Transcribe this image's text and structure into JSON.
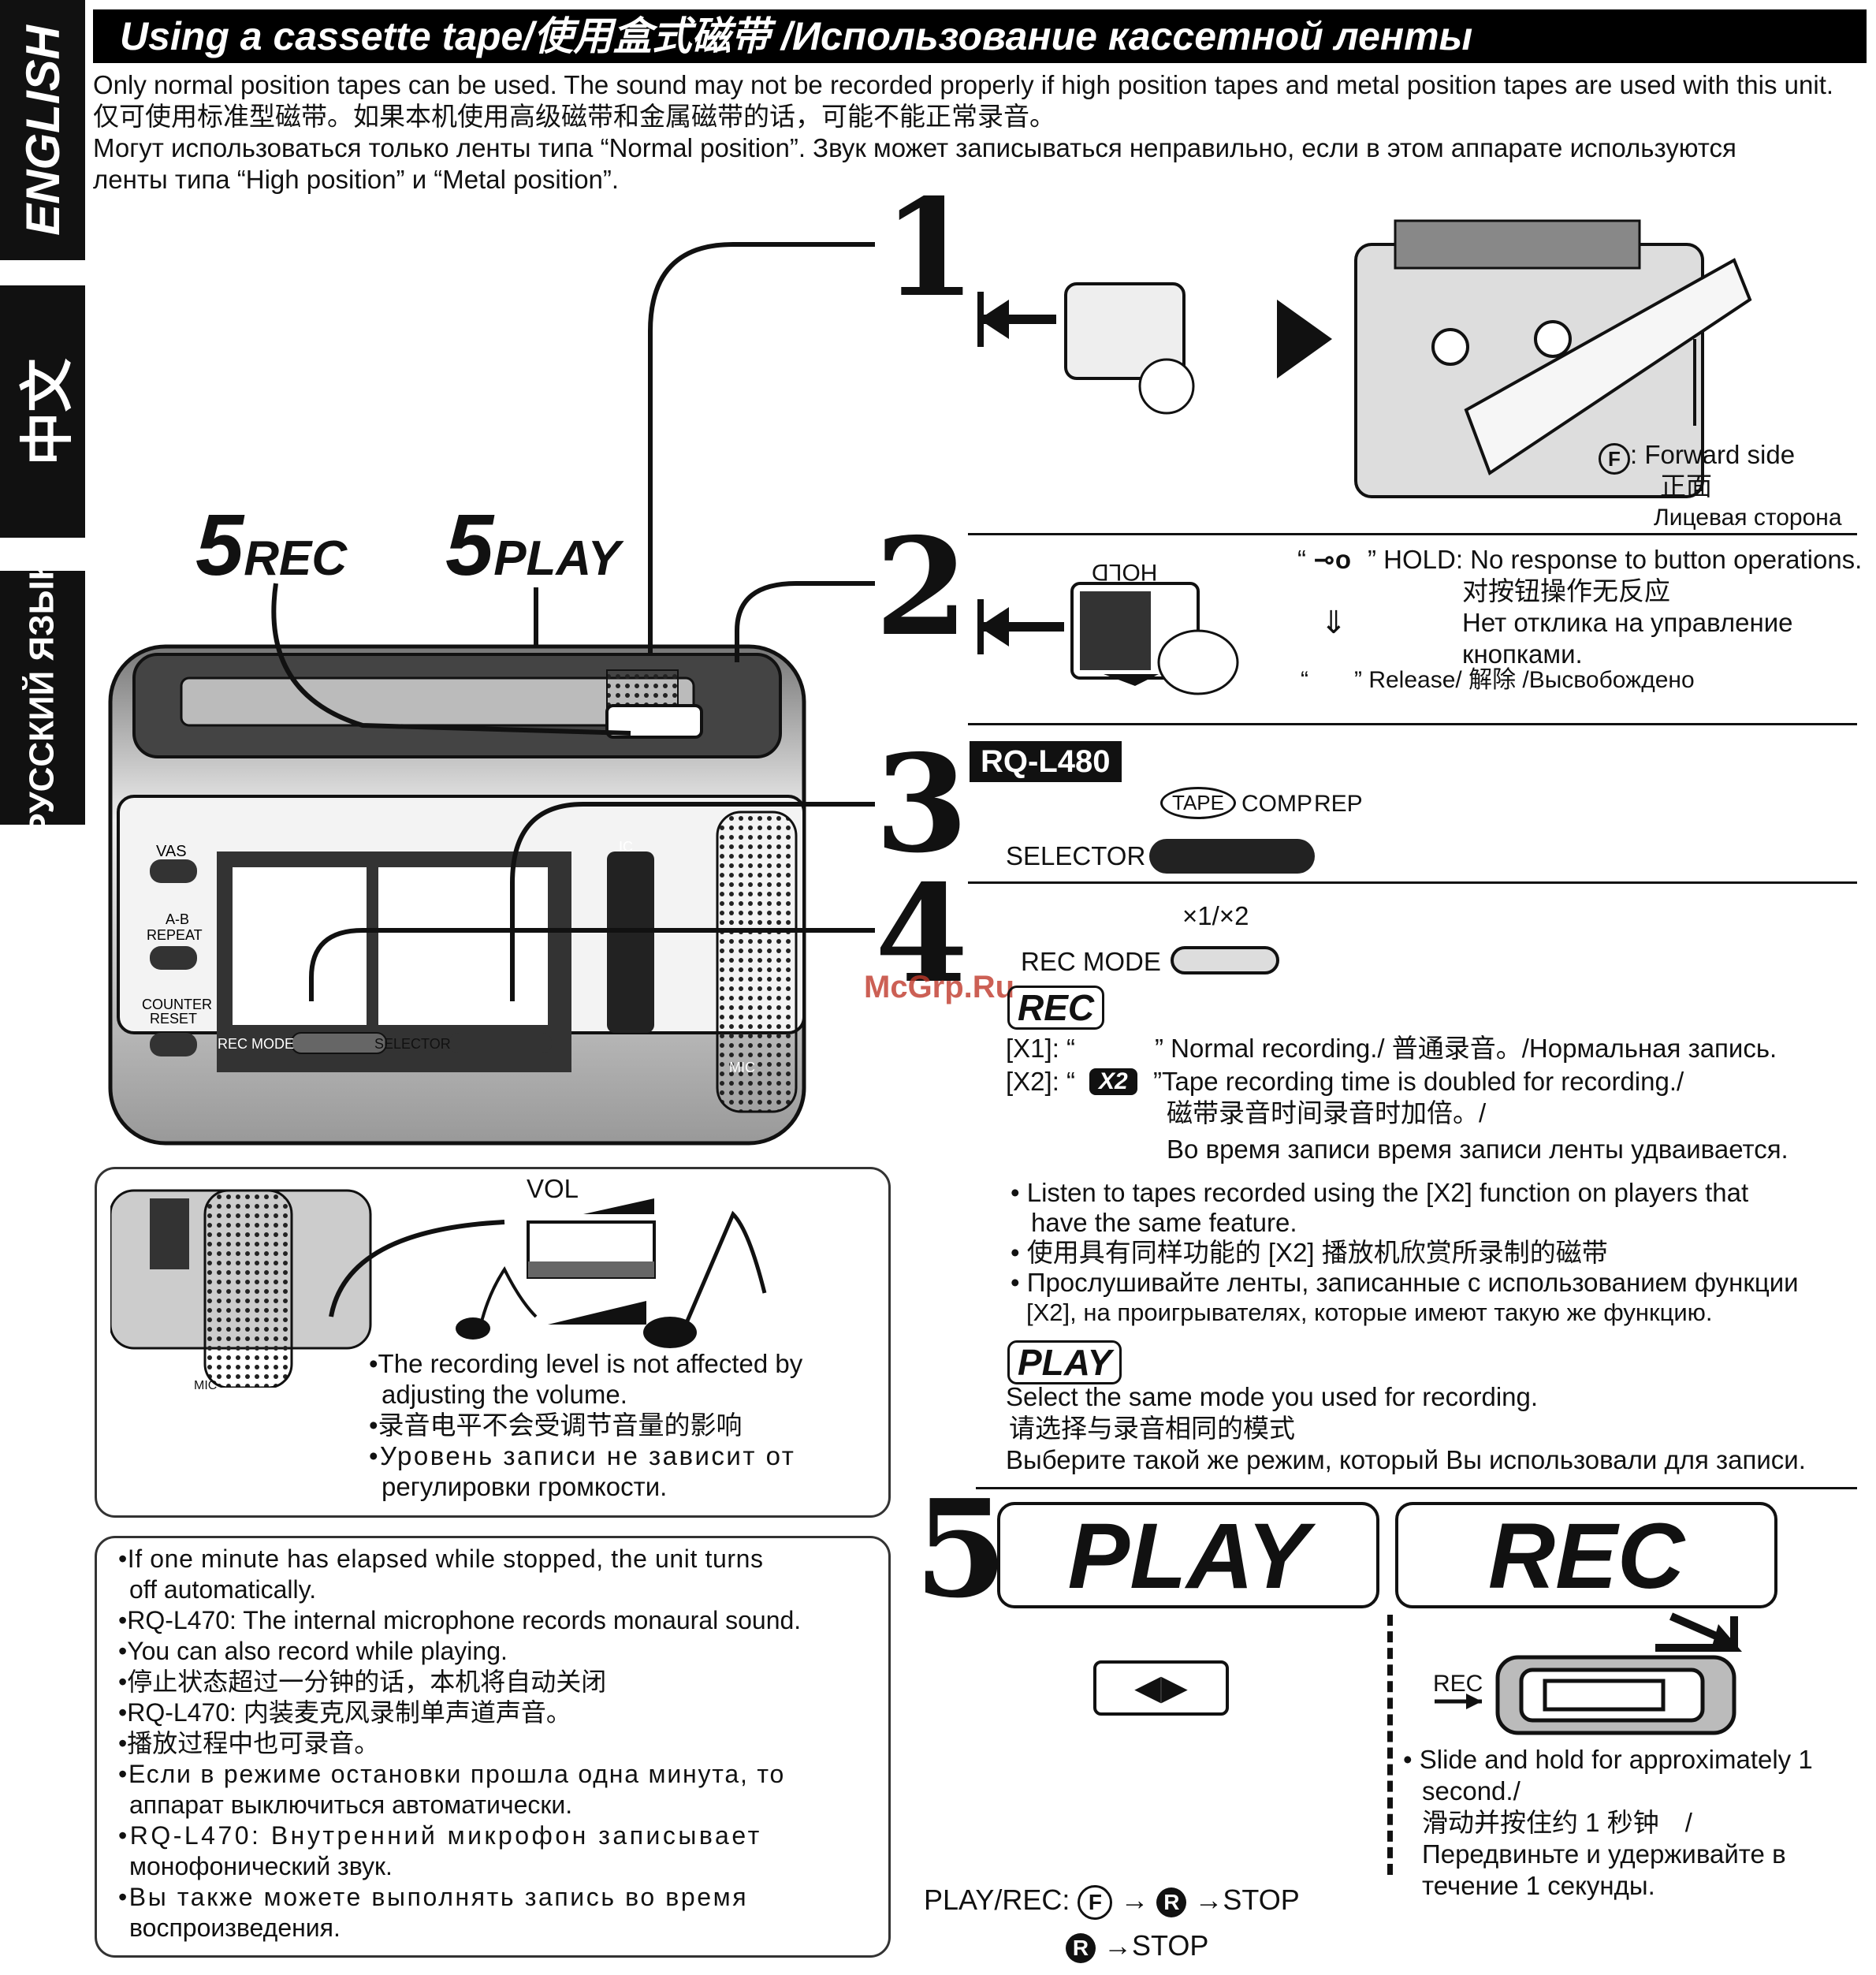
{
  "tabs": {
    "english": "ENGLISH",
    "chinese": "中文",
    "russian": "РУССКИЙ ЯЗЫК"
  },
  "title": "Using a cassette tape/使用盒式磁带 /Использование кассетной ленты",
  "intro": [
    "Only normal position tapes can be used. The sound may not be recorded properly if high position tapes and metal position tapes are used with this unit.",
    "仅可使用标准型磁带。如果本机使用高级磁带和金属磁带的话，可能不能正常录音。",
    "Могут использоваться только ленты типа “Normal position”. Звук может записываться неправильно, если в этом аппарате используются",
    "ленты типа “High position” и “Metal position”."
  ],
  "steps": {
    "s1": "1",
    "s2": "2",
    "s3": "3",
    "s4": "4",
    "s5": "5"
  },
  "callouts": {
    "rec5_num": "5",
    "rec5_label": "REC",
    "play5_num": "5",
    "play5_label": "PLAY"
  },
  "device_labels": {
    "vas": "VAS",
    "ab_repeat_1": "A-B",
    "ab_repeat_2": "REPEAT",
    "counter_1": "COUNTER",
    "counter_2": "RESET",
    "rec_mode": "REC MODE",
    "selector": "SELECTOR",
    "mic": "MIC",
    "ic": "IC"
  },
  "forward_side": {
    "label": ": Forward side",
    "zh": "正面",
    "ru": "Лицевая сторона"
  },
  "hold": {
    "switch_label": "HOLD",
    "line1": "” HOLD: No response to button operations.",
    "zh": "对按钮操作无反应",
    "ru1": "Нет отклика на управление",
    "ru2": "кнопками.",
    "release": "” Release/ 解除 /Высвобождено",
    "arrow": "⇓"
  },
  "model": "RQ-L480",
  "selector": {
    "tape": "TAPE",
    "comp": "COMP",
    "rep": "REP",
    "label": "SELECTOR"
  },
  "rec_mode": {
    "speeds": "×1/×2",
    "label": "REC MODE"
  },
  "rec_section": {
    "chip": "REC",
    "x1_prefix": "[X1]: “",
    "x1_text": "” Normal recording./ 普通录音。/Нормальная запись.",
    "x2_prefix": "[X2]: “",
    "x2_badge": "X2",
    "x2_text": "”Tape recording time is doubled for recording./",
    "x2_zh": "磁带录音时间录音时加倍。/",
    "x2_ru": "Во время записи время записи ленты удваивается.",
    "bullets": [
      "• Listen to tapes recorded using the [X2] function on players that",
      "  have the same feature.",
      "• 使用具有同样功能的 [X2] 播放机欣赏所录制的磁带",
      "• Прослушивайте ленты, записанные с использованием функции",
      "  [X2], на проигрывателях, которые имеют такую же функцию."
    ]
  },
  "play_section": {
    "chip": "PLAY",
    "en": "Select the same mode you used for recording.",
    "zh": "请选择与录音相同的模式",
    "ru": "Выберите такой же режим, который Вы использовали для записи."
  },
  "volume_box": {
    "vol_label": "VOL",
    "mic_label": "MIC",
    "lines": [
      "•The recording level is not affected by",
      " adjusting the volume.",
      "•录音电平不会受调节音量的影响",
      "•Уровень записи не зависит от",
      " регулировки громкости."
    ]
  },
  "notes_box": [
    "•If one minute has elapsed while stopped, the unit turns",
    " off automatically.",
    "•RQ-L470: The internal microphone records monaural sound.",
    "•You can also record while playing.",
    "•停止状态超过一分钟的话，本机将自动关闭",
    "•RQ-L470: 内装麦克风录制单声道声音。",
    "•播放过程中也可录音。",
    "•Если в режиме остановки прошла одна минута, то",
    " аппарат выключиться автоматически.",
    "•RQ-L470: Внутренний микрофон записывает",
    " монофонический звук.",
    "•Вы также можете выполнять запись во время",
    " воспроизведения."
  ],
  "step5": {
    "play": "PLAY",
    "rec": "REC",
    "play_button_glyph": "◀▶",
    "rec_switch_label": "REC",
    "slide_lines": [
      "Slide and hold for approximately 1",
      "second./",
      "滑动并按住约 1 秒钟　/",
      "Передвиньте и  удерживайте в",
      "течение 1 секунды."
    ],
    "playrec_line1_prefix": "PLAY/REC: ",
    "playrec_line1_mid": " → ",
    "playrec_line1_end": " →STOP",
    "playrec_line2_end": " →STOP",
    "f_glyph": "F",
    "r_glyph": "R"
  },
  "watermark": "McGrp.Ru"
}
